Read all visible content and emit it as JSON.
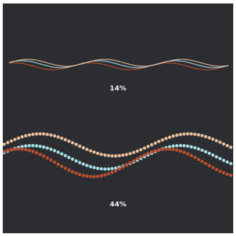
{
  "previews": [
    {
      "label": "14%",
      "scale_percent": 14
    },
    {
      "label": "44%",
      "scale_percent": 44
    }
  ],
  "strand_colors": [
    "#c2502f",
    "#a7dfe6",
    "#e9bf9c"
  ]
}
